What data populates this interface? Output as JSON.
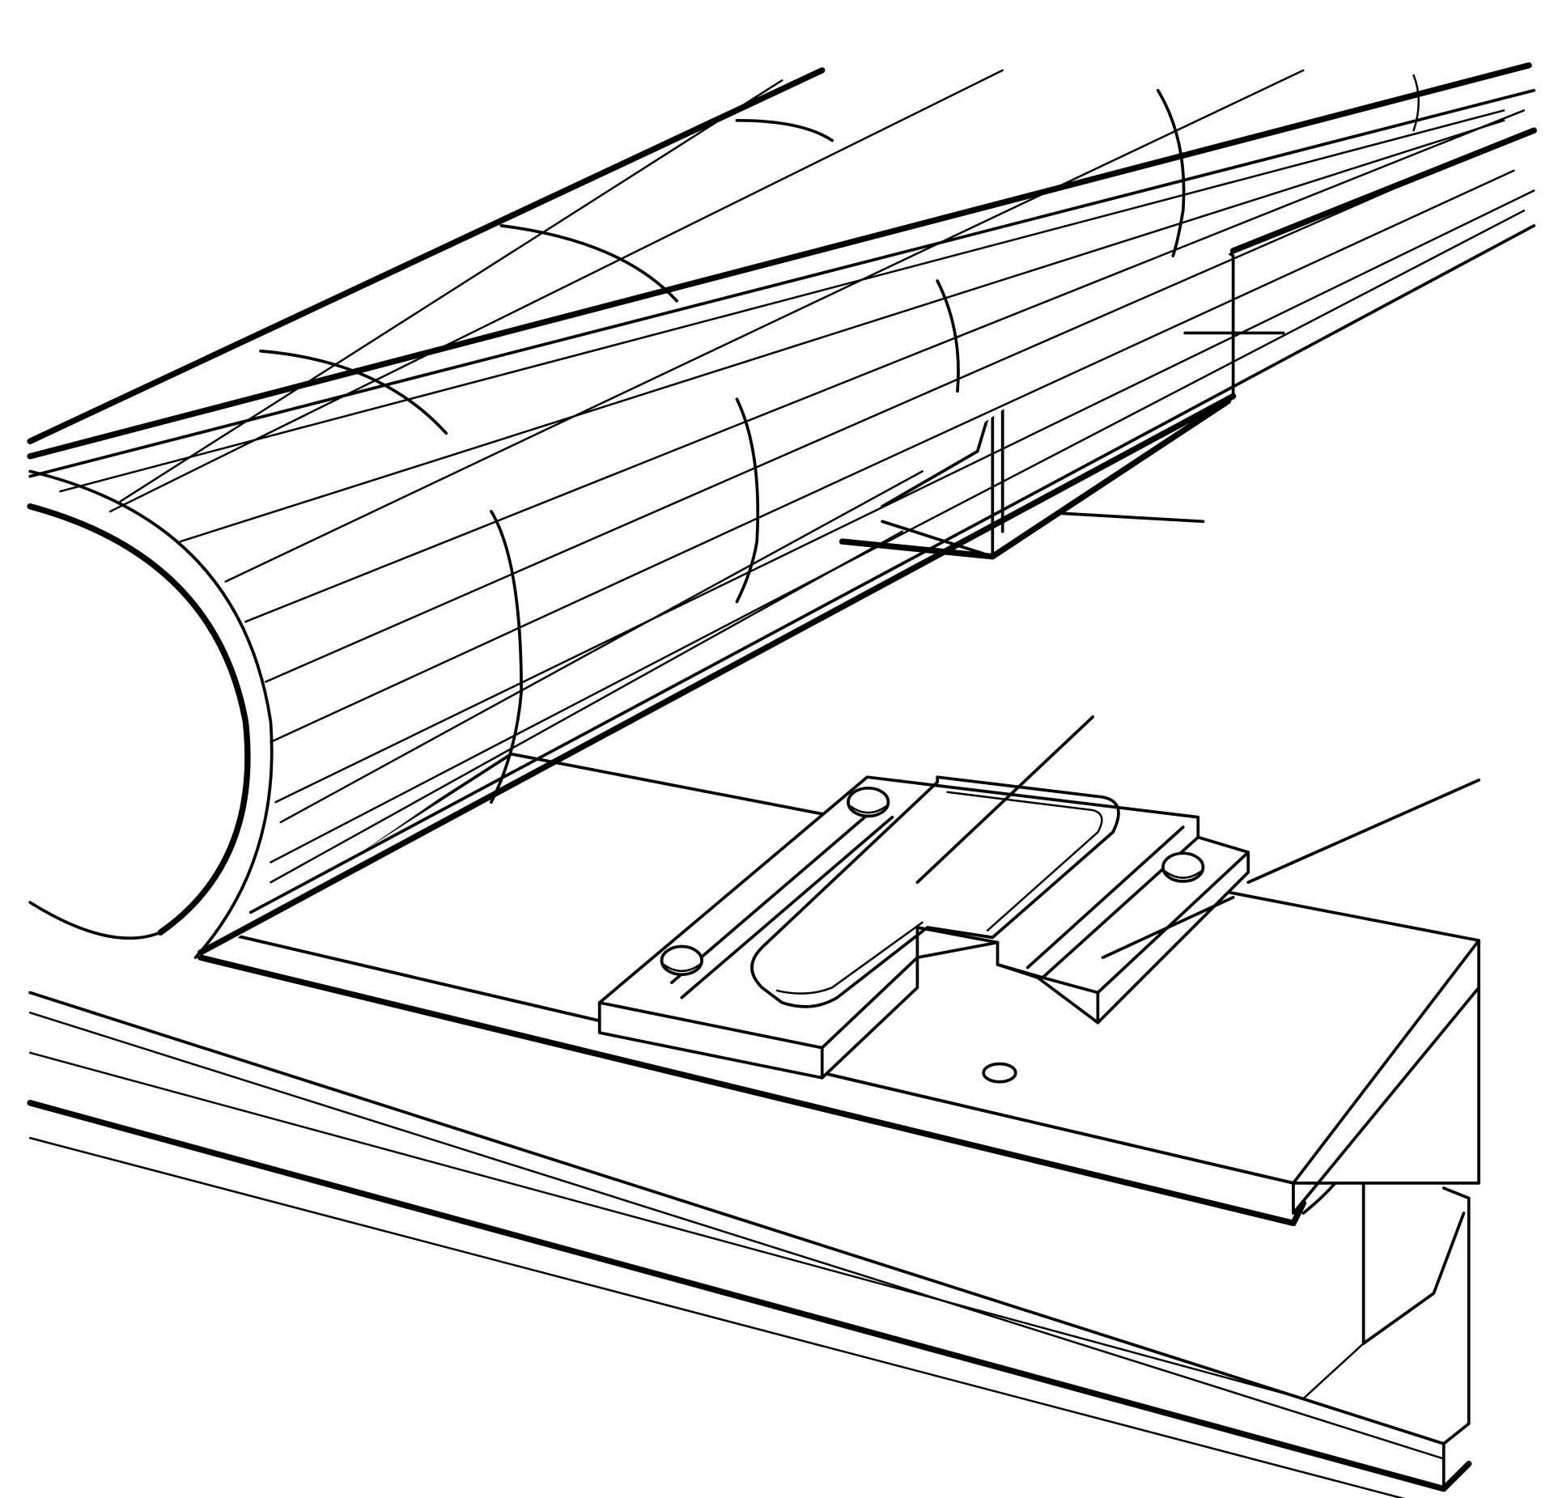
{
  "colors": {
    "stroke": "#000000",
    "background": "#ffffff"
  },
  "figure": {
    "parts": [
      "pipe",
      "pipe-support-shoe",
      "slide-plate",
      "bolts",
      "beam-cap-plate",
      "i-beam"
    ],
    "leader_lines": 4
  }
}
